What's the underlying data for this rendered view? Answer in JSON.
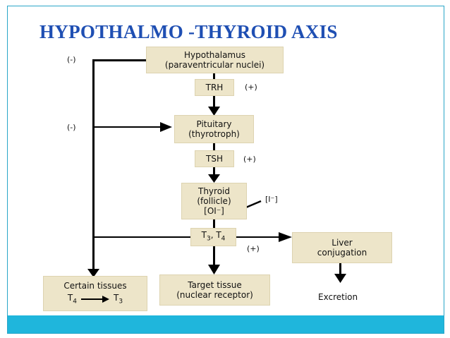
{
  "title": "HYPOTHALMO -THYROID AXIS",
  "nodes": {
    "hypothalamus": [
      "Hypothalamus",
      "(paraventricular nuclei)"
    ],
    "trh": "TRH",
    "pituitary": [
      "Pituitary",
      "(thyrotroph)"
    ],
    "tsh": "TSH",
    "thyroid": [
      "Thyroid",
      "(follicle)",
      "[OI⁻]"
    ],
    "t3t4": {
      "t": "T",
      "s3": "3",
      "sep": ", T",
      "s4": "4"
    },
    "liver": [
      "Liver",
      "conjugation"
    ],
    "certain_tissues": {
      "title": "Certain tissues",
      "from": "T",
      "from_sub": "4",
      "to": "T",
      "to_sub": "3"
    },
    "target_tissue": [
      "Target tissue",
      "(nuclear receptor)"
    ],
    "excretion": "Excretion"
  },
  "labels": {
    "neg_top": "(-)",
    "neg_mid": "(-)",
    "pos_trh": "(+)",
    "pos_tsh": "(+)",
    "pos_t3t4": "(+)",
    "iodide": "[I⁻]"
  },
  "colors": {
    "title": "#1f4fb3",
    "box_fill": "#ede5c9",
    "bottom_bar": "#1fb6dc",
    "frame": "#2aa6c8"
  }
}
